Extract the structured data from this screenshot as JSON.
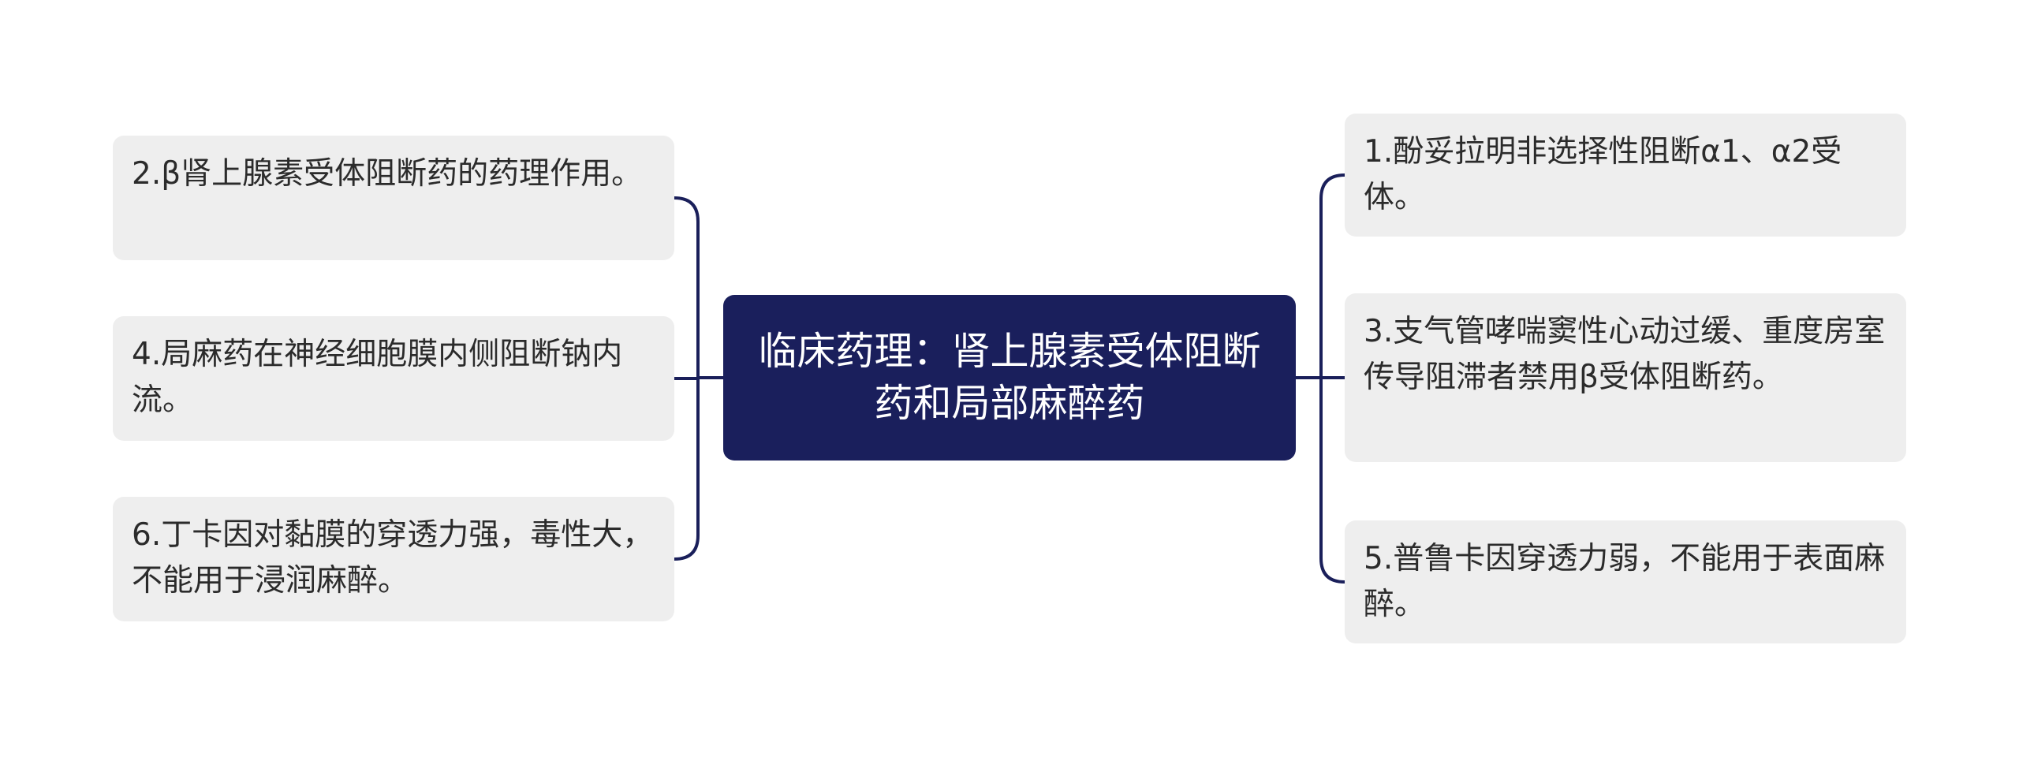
{
  "mindmap": {
    "root": {
      "title": "临床药理：肾上腺素受体阻断药和局部麻醉药"
    },
    "left_branches": [
      {
        "text": "2.β肾上腺素受体阻断药的药理作用。"
      },
      {
        "text": "4.局麻药在神经细胞膜内侧阻断钠内流。"
      },
      {
        "text": "6.丁卡因对黏膜的穿透力强，毒性大，不能用于浸润麻醉。"
      }
    ],
    "right_branches": [
      {
        "text": "1.酚妥拉明非选择性阻断α1、α2受体。"
      },
      {
        "text": "3.支气管哮喘窦性心动过缓、重度房室传导阻滞者禁用β受体阻断药。"
      },
      {
        "text": "5.普鲁卡因穿透力弱，不能用于表面麻醉。"
      }
    ]
  },
  "colors": {
    "root_background": "#1a1f5c",
    "root_text": "#ffffff",
    "leaf_background": "#eeeeee",
    "leaf_text": "#2b2b2b",
    "connector": "#1a1f5a"
  }
}
